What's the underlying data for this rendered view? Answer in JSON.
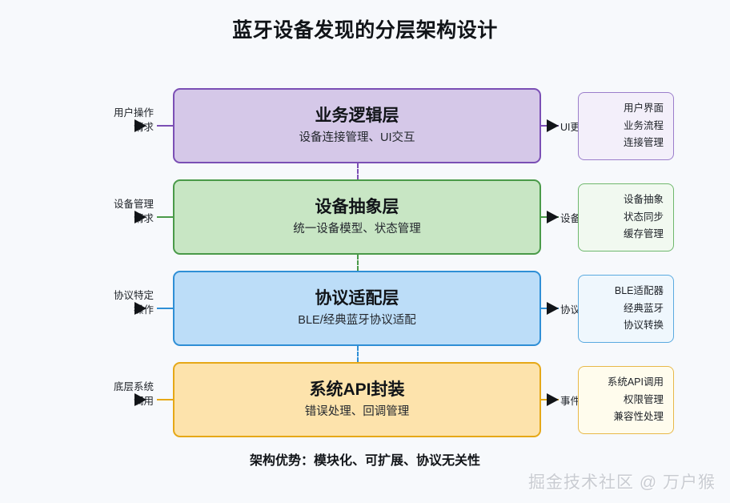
{
  "title": "蓝牙设备发现的分层架构设计",
  "footer_note": "架构优势：模块化、可扩展、协议无关性",
  "watermark": "掘金技术社区 @ 万户猴",
  "colors": {
    "background": "#f7f9fc",
    "layer1_fill": "#d5c8e8",
    "layer1_border": "#7b4fb5",
    "layer2_fill": "#c8e6c4",
    "layer2_border": "#4a9a49",
    "layer3_fill": "#bcddf8",
    "layer3_border": "#2f8fd6",
    "layer4_fill": "#fde3ac",
    "layer4_border": "#e6a817",
    "right1_fill": "#f3effa",
    "right2_fill": "#f1f9f0",
    "right3_fill": "#eff7fd",
    "right4_fill": "#fffced",
    "arrow": "#111418",
    "text": "#1d2127"
  },
  "layers": [
    {
      "title": "业务逻辑层",
      "subtitle": "设备连接管理、UI交互",
      "left_label_line1": "用户操作",
      "left_label_line2": "请求",
      "right_arrow_label": "UI更新",
      "right_items": [
        "用户界面",
        "业务流程",
        "连接管理"
      ]
    },
    {
      "title": "设备抽象层",
      "subtitle": "统一设备模型、状态管理",
      "left_label_line1": "设备管理",
      "left_label_line2": "请求",
      "right_arrow_label": "设备数据",
      "right_items": [
        "设备抽象",
        "状态同步",
        "缓存管理"
      ]
    },
    {
      "title": "协议适配层",
      "subtitle": "BLE/经典蓝牙协议适配",
      "left_label_line1": "协议特定",
      "left_label_line2": "操作",
      "right_arrow_label": "协议数据",
      "right_items": [
        "BLE适配器",
        "经典蓝牙",
        "协议转换"
      ]
    },
    {
      "title": "系统API封装",
      "subtitle": "错误处理、回调管理",
      "left_label_line1": "底层系统",
      "left_label_line2": "调用",
      "right_arrow_label": "事件回调",
      "right_items": [
        "系统API调用",
        "权限管理",
        "兼容性处理"
      ]
    }
  ]
}
